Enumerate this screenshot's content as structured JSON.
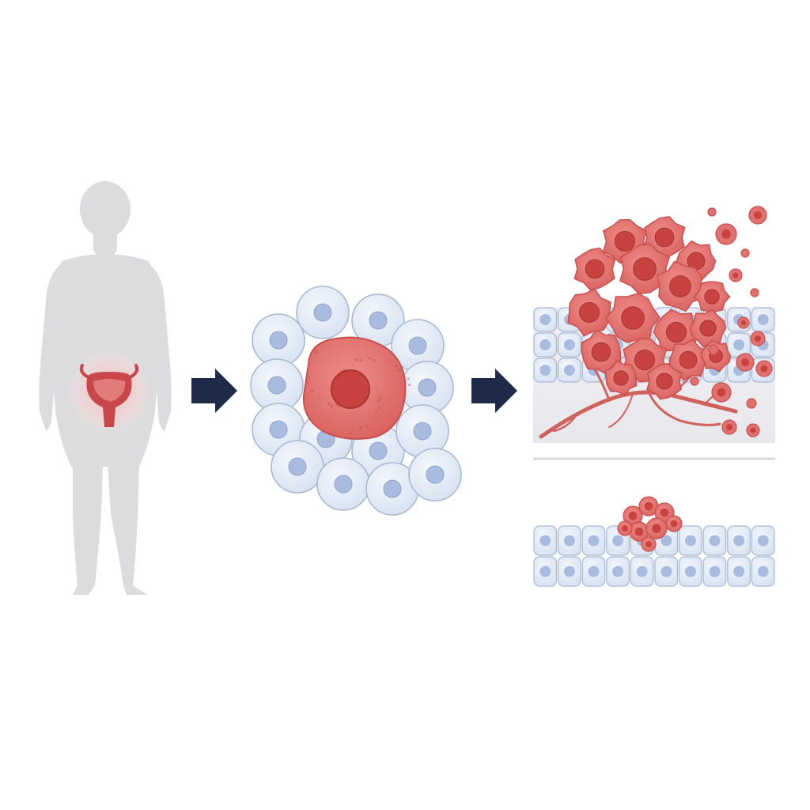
{
  "colors": {
    "background": "#ffffff",
    "body_silhouette": "#dcdcdf",
    "organ_red": "#c9474a",
    "organ_glow": "#f6cfcf",
    "tumor_red": "#e0716f",
    "tumor_dark": "#c94a4b",
    "nucleus_red": "#c8423f",
    "normal_cell_fill": "#e4ecf6",
    "normal_cell_stroke": "#a9b8d2",
    "normal_nucleus": "#a9bce0",
    "arrow": "#1f2a48",
    "vessel": "#d0625e",
    "divider": "#d8d8e0"
  },
  "icons": {
    "step_arrow_1": "arrow-right-icon",
    "step_arrow_2": "arrow-right-icon"
  },
  "panels": {
    "panel_1": "human-body-with-bladder",
    "panel_2": "single-cancer-cell-among-normal-cells",
    "panel_3_top": "invasive-tumor-with-vessels-and-spreading-cells",
    "panel_3_bottom": "non-invasive-tumor-on-epithelium"
  }
}
